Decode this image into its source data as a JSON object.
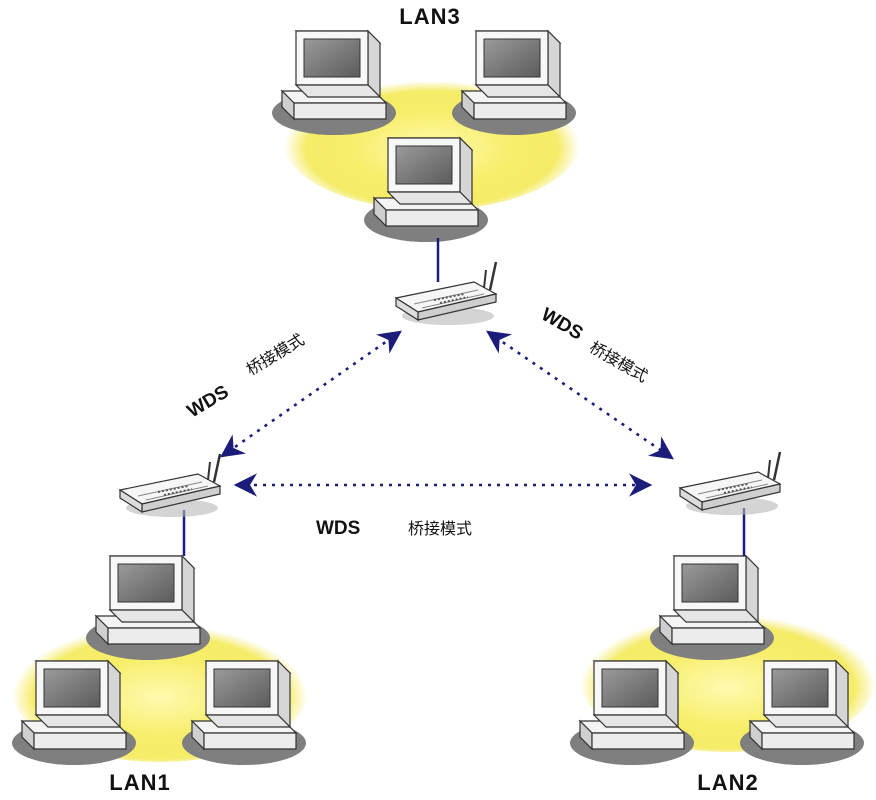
{
  "diagram": {
    "lans": [
      {
        "id": "lan3",
        "label": "LAN3"
      },
      {
        "id": "lan1",
        "label": "LAN1"
      },
      {
        "id": "lan2",
        "label": "LAN2"
      }
    ],
    "links": [
      {
        "id": "link-lan3-lan1",
        "protocol": "WDS",
        "mode": "桥接模式"
      },
      {
        "id": "link-lan3-lan2",
        "protocol": "WDS",
        "mode": "桥接模式"
      },
      {
        "id": "link-lan1-lan2",
        "protocol": "WDS",
        "mode": "桥接模式"
      }
    ]
  },
  "colors": {
    "lan_glow": "#f2e84a",
    "link_line": "#1c1c7a",
    "uplink": "#1c1c7a",
    "shadow": "#7f7f7f"
  }
}
